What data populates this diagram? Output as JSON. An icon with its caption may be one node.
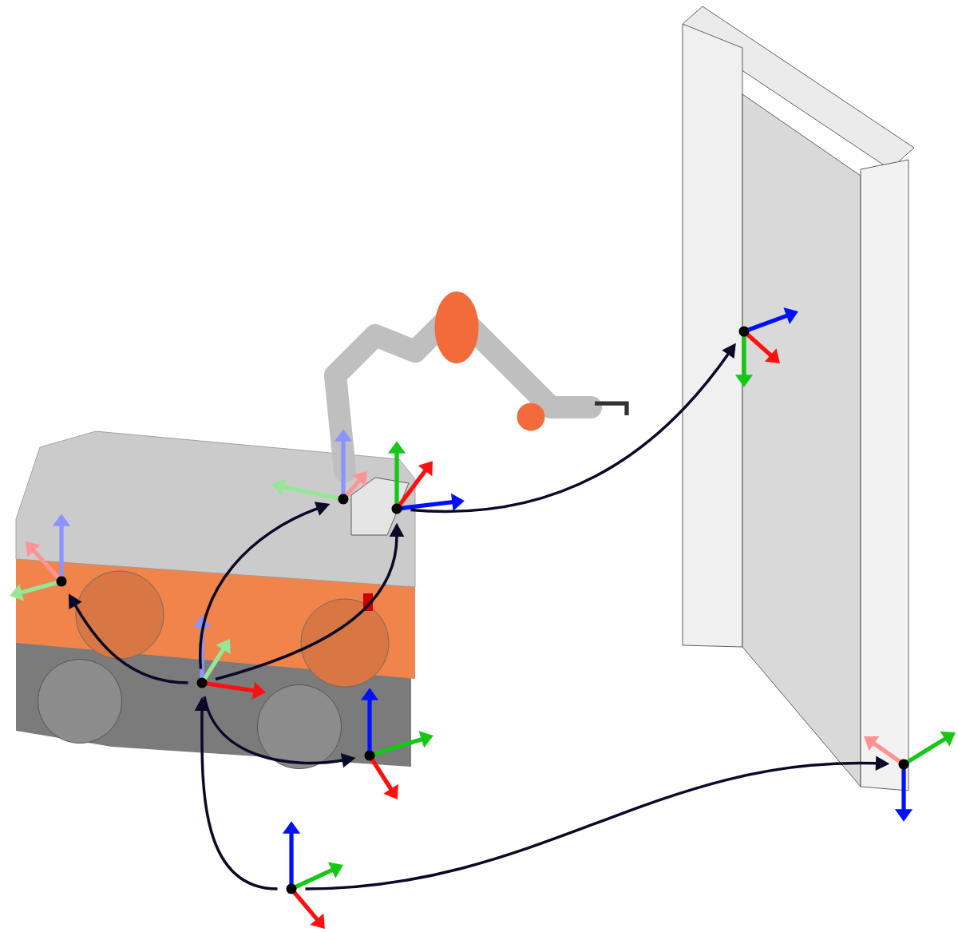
{
  "diagram": {
    "nodes": [
      {
        "text": [],
        "shape": "circle"
      },
      {
        "text": [],
        "shape": "circle"
      },
      {
        "text": [],
        "shape": "circle"
      },
      {
        "text": [],
        "shape": "circle"
      },
      {
        "text": [],
        "shape": "circle"
      },
      {
        "text": [],
        "shape": "circle"
      },
      {
        "text": [],
        "shape": "circle"
      },
      {
        "text": [],
        "shape": "circle"
      }
    ],
    "edges": [
      {
        "from": 2,
        "to": 1,
        "arrow": "to"
      },
      {
        "from": 2,
        "to": 7,
        "arrow": "to"
      },
      {
        "from": 1,
        "to": 0,
        "arrow": "to"
      },
      {
        "from": 1,
        "to": 3,
        "arrow": "to"
      },
      {
        "from": 1,
        "to": 5,
        "arrow": "to"
      },
      {
        "from": 1,
        "to": 4,
        "arrow": "to"
      },
      {
        "from": 5,
        "to": 6,
        "arrow": "to"
      }
    ]
  }
}
